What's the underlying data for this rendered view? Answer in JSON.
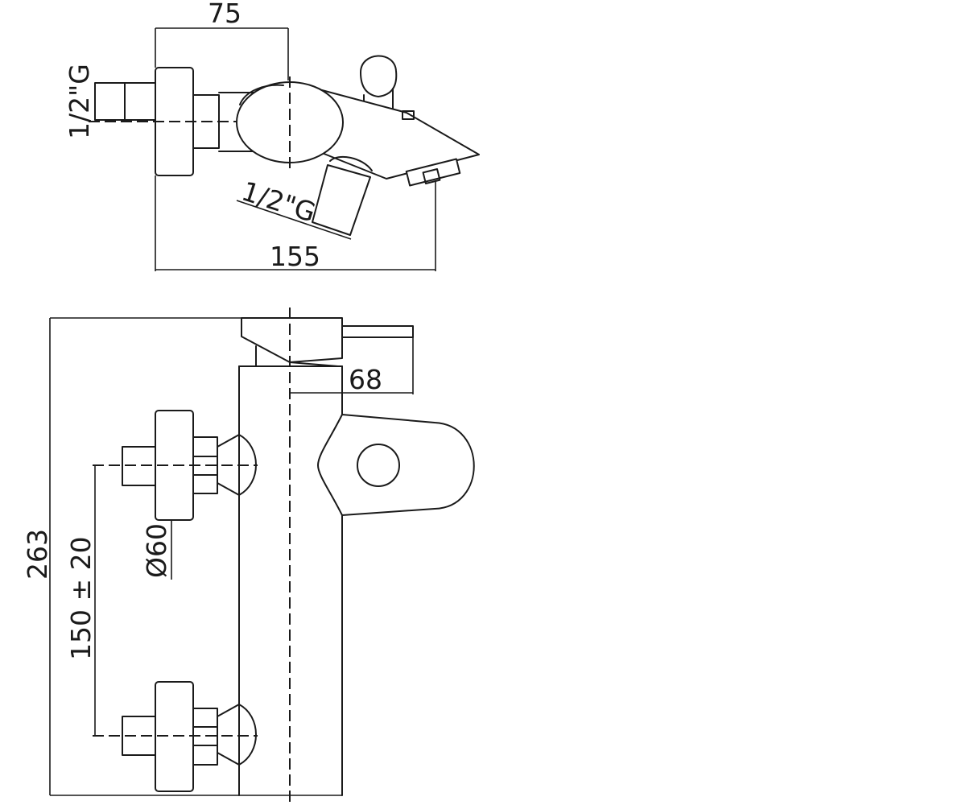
{
  "dimensions": {
    "width_75": "75",
    "inlet_left": "1/2\"G",
    "outlet_diag": "1/2\"G",
    "length_155": "155",
    "depth_68": "68",
    "height_263": "263",
    "centers": "150 ± 20",
    "diameter": "Ø60"
  }
}
